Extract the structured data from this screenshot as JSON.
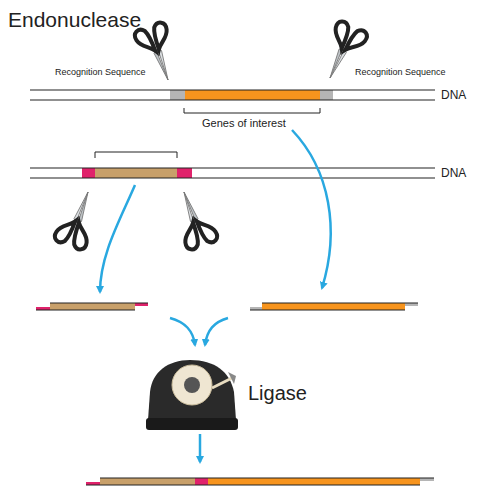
{
  "diagram": {
    "labels": [
      "Endonuclease",
      "Recognition Sequence",
      "Recognition Sequence",
      "DNA",
      "Genes of interest",
      "DNA",
      "Ligase"
    ]
  }
}
